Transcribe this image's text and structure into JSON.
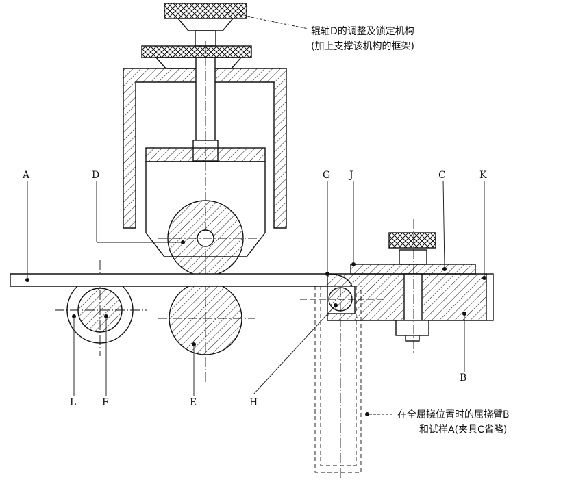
{
  "labels": {
    "A": "A",
    "B": "B",
    "C": "C",
    "D": "D",
    "E": "E",
    "F": "F",
    "G": "G",
    "H": "H",
    "J": "J",
    "K": "K",
    "L": "L"
  },
  "notes": {
    "top_line1": "辊轴D的调整及锁定机构",
    "top_line2": "(加上支撑该机构的框架)",
    "bottom_line1": "在全屈挠位置时的屈挠臂B",
    "bottom_line2": "和试样A(夹具C省略)"
  }
}
